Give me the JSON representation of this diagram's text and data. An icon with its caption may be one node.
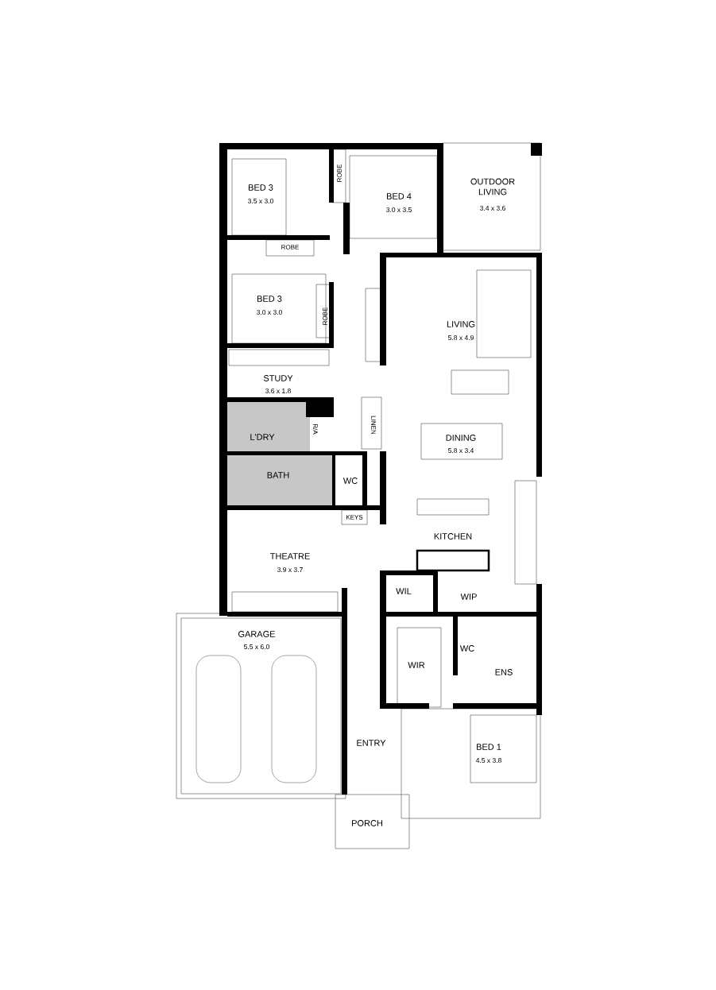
{
  "diagram": {
    "labels": [
      "BED 3",
      "3.5 x 3.0",
      "ROBE",
      "BED 4",
      "3.0 x 3.5",
      "OUTDOOR LIVING",
      "3.4 x 3.6",
      "ROBE",
      "BED 3",
      "3.0 x 3.0",
      "ROBE",
      "LIVING",
      "5.8 x 4.9",
      "STUDY",
      "3.6 x 1.8",
      "L'DRY",
      "R/A",
      "LINEN",
      "DINING",
      "5.8 x 3.4",
      "BATH",
      "WC",
      "KEYS",
      "KITCHEN",
      "THEATRE",
      "3.9 x 3.7",
      "WIL",
      "WIP",
      "GARAGE",
      "5.5 x 6.0",
      "WC",
      "WIR",
      "ENS",
      "ENTRY",
      "BED 1",
      "4.5 x 3.8",
      "PORCH"
    ]
  }
}
